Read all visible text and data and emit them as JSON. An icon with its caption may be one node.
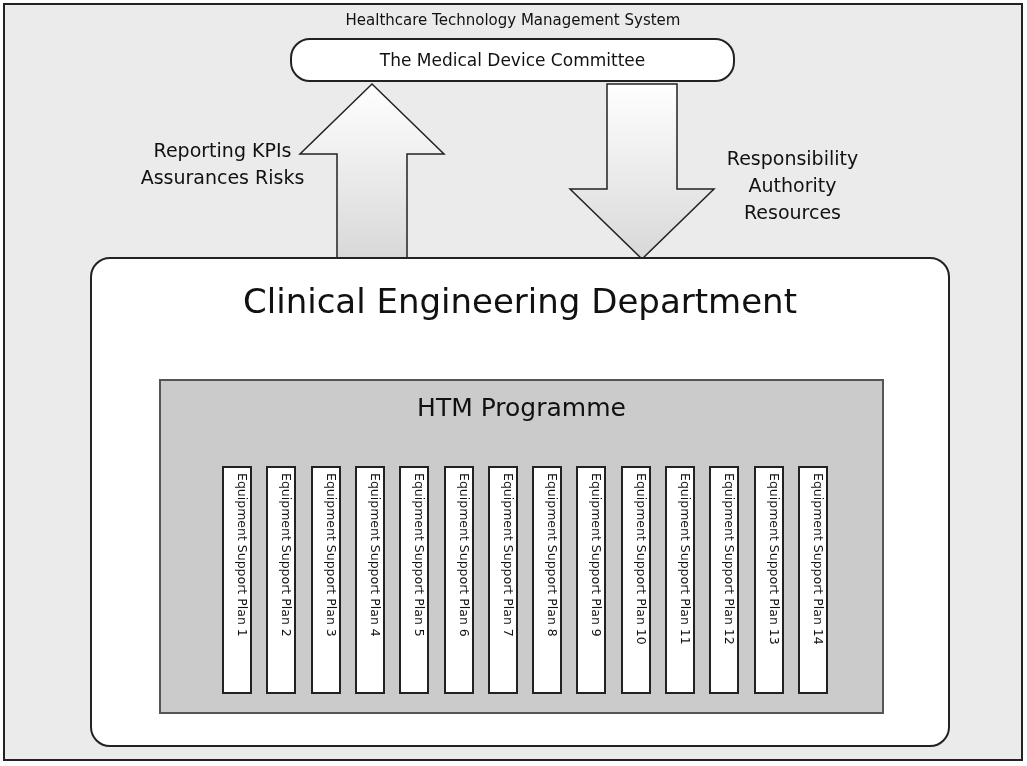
{
  "diagram": {
    "nodes": [
      {
        "text": [
          "Healthcare Technology Management System"
        ]
      },
      {
        "text": [
          "The Medical Device Committee"
        ],
        "in": 0
      },
      {
        "text": [
          "Clinical Engineering Department"
        ],
        "in": 0
      },
      {
        "text": [
          "HTM Programme"
        ],
        "in": 2
      },
      {
        "text": [
          "Equipment Support Plan 1"
        ],
        "in": 3
      },
      {
        "text": [
          "Equipment Support Plan 2"
        ],
        "in": 3
      },
      {
        "text": [
          "Equipment Support Plan 3"
        ],
        "in": 3
      },
      {
        "text": [
          "Equipment Support Plan 4"
        ],
        "in": 3
      },
      {
        "text": [
          "Equipment Support Plan 5"
        ],
        "in": 3
      },
      {
        "text": [
          "Equipment Support Plan 6"
        ],
        "in": 3
      },
      {
        "text": [
          "Equipment Support Plan 7"
        ],
        "in": 3
      },
      {
        "text": [
          "Equipment Support Plan 8"
        ],
        "in": 3
      },
      {
        "text": [
          "Equipment Support Plan 9"
        ],
        "in": 3
      },
      {
        "text": [
          "Equipment Support Plan 10"
        ],
        "in": 3
      },
      {
        "text": [
          "Equipment Support Plan 11"
        ],
        "in": 3
      },
      {
        "text": [
          "Equipment Support Plan 12"
        ],
        "in": 3
      },
      {
        "text": [
          "Equipment Support Plan 13"
        ],
        "in": 3
      },
      {
        "text": [
          "Equipment Support Plan 14"
        ],
        "in": 3
      }
    ],
    "edges": [
      {
        "from": 2,
        "to": 1,
        "arrow": "to",
        "label": "Reporting KPIs Assurances Risks"
      },
      {
        "from": 1,
        "to": 2,
        "arrow": "to",
        "label": "Responsibility Authority Resources"
      }
    ]
  }
}
